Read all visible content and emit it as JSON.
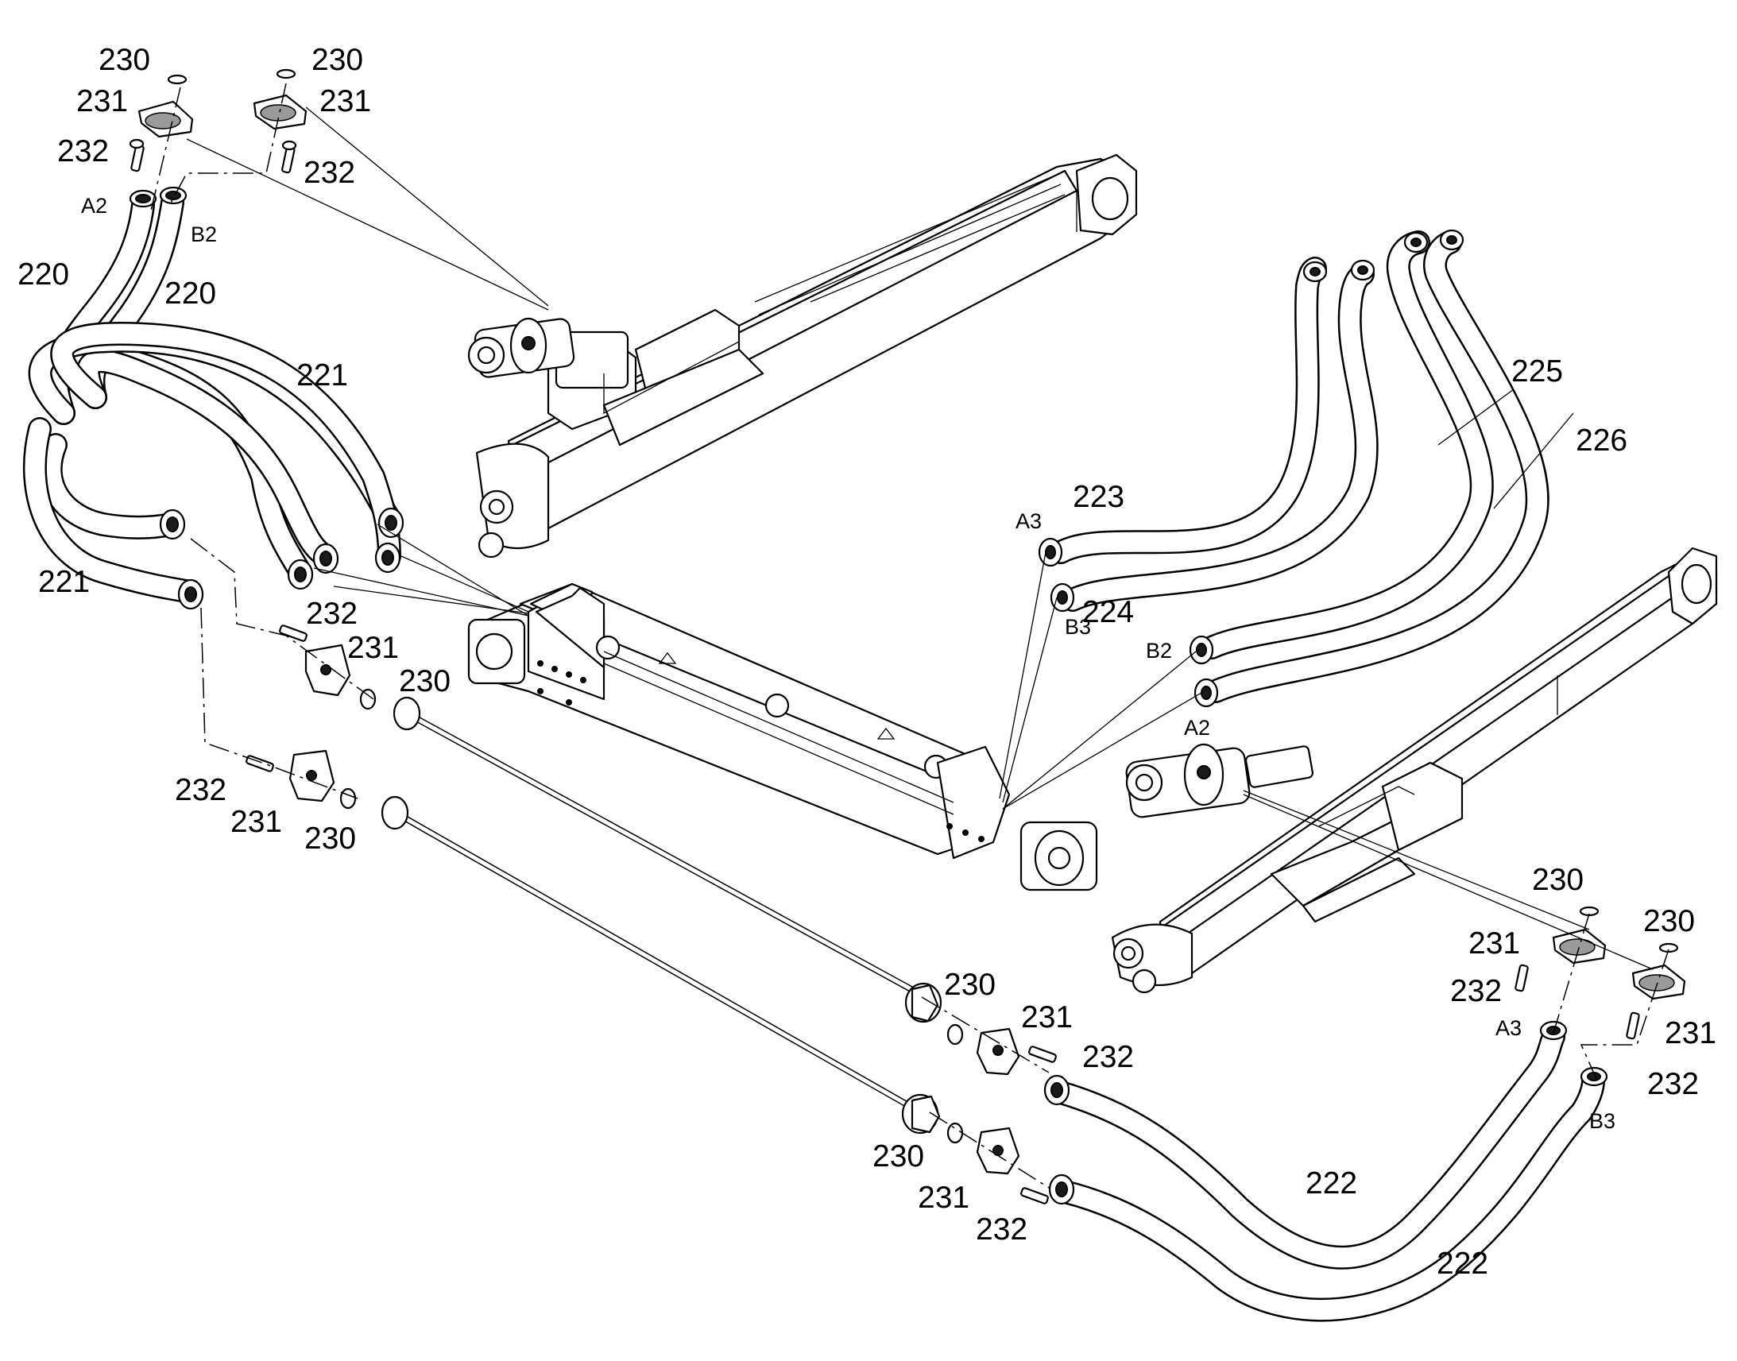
{
  "diagram": {
    "callouts": {
      "c230_a": "230",
      "c230_b": "230",
      "c230_c": "230",
      "c230_d": "230",
      "c230_e": "230",
      "c230_f": "230",
      "c230_g": "230",
      "c230_h": "230",
      "c231_a": "231",
      "c231_b": "231",
      "c231_c": "231",
      "c231_d": "231",
      "c231_e": "231",
      "c231_f": "231",
      "c231_g": "231",
      "c231_h": "231",
      "c232_a": "232",
      "c232_b": "232",
      "c232_c": "232",
      "c232_d": "232",
      "c232_e": "232",
      "c232_f": "232",
      "c232_g": "232",
      "c232_h": "232",
      "c220_a": "220",
      "c220_b": "220",
      "c221_a": "221",
      "c221_b": "221",
      "c222_a": "222",
      "c222_b": "222",
      "c223": "223",
      "c224": "224",
      "c225": "225",
      "c226": "226"
    },
    "ports": {
      "a2_top": "A2",
      "b2_top": "B2",
      "a3_mid": "A3",
      "b3_mid": "B3",
      "b2_mid": "B2",
      "a2_mid": "A2",
      "a3_low": "A3",
      "b3_low": "B3"
    }
  }
}
